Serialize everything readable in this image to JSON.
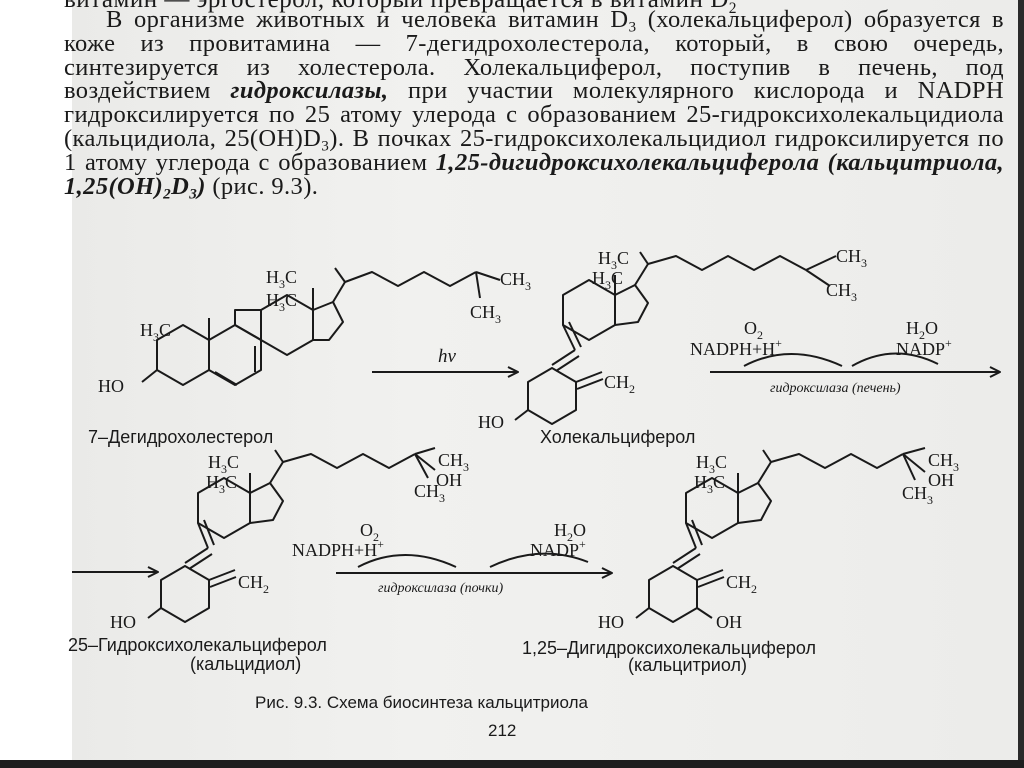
{
  "top_cut_line": "витамин — эргостерол, который превращается в витамин D",
  "top_cut_sub": "2",
  "paragraph": {
    "t1": "В организме животных и человека витамин D",
    "s1": "3",
    "t2": " (холекальциферол) образуется в коже из провитамина — 7-дегидрохолестерола, который, в свою очередь, синтезируется из холестерола. Холекальциферол, поступив в печень, под воздействием ",
    "b1": "гидроксилазы,",
    "t3": " при участии молекулярного кислорода и NADPH гидроксилируется по 25 атому улерода с образованием 25-гидроксихолекальцидиола (кальцидиола, 25(OH)D",
    "s2": "3",
    "t4": "). В почках 25-гидроксихолекальцидиол гидроксилируется по 1 атому углерода с образованием ",
    "b2": "1,25-дигидроксихолекальциферола (кальцитриола, 1,25(OH)",
    "s3": "2",
    "b3": "D",
    "s4": "3",
    "t5": ")",
    "t6": " (рис. 9.3)."
  },
  "compounds": {
    "c1": "7–Дегидрохолестерол",
    "c2": "Холекальциферол",
    "c3_line1": "25–Гидроксихолекальциферол",
    "c3_line2": "(кальцидиол)",
    "c4_line1": "1,25–Дигидроксихолекальциферол",
    "c4_line2": "(кальцитриол)"
  },
  "reactions": {
    "r1_light": "hν",
    "r2_o2": "O",
    "r2_o2_sub": "2",
    "r2_nadph": "NADPH+H",
    "r2_h2o": "H",
    "r2_h2o_o": "O",
    "r2_nadp": "NADP",
    "r2_enzyme": "гидроксилаза (печень)",
    "r3_o2": "O",
    "r3_o2_sub": "2",
    "r3_nadph": "NADPH+H",
    "r3_h2o": "H",
    "r3_h2o_o": "O",
    "r3_nadp": "NADP",
    "r3_enzyme": "гидроксилаза (почки)"
  },
  "atoms": {
    "h3c": "H",
    "c_sym": "C",
    "three": "3",
    "ch3": "CH",
    "ch2": "CH",
    "two": "2",
    "ho": "HO",
    "oh": "OH",
    "plus": "+"
  },
  "caption": "Рис. 9.3. Схема биосинтеза кальцитриола",
  "page_number": "212"
}
